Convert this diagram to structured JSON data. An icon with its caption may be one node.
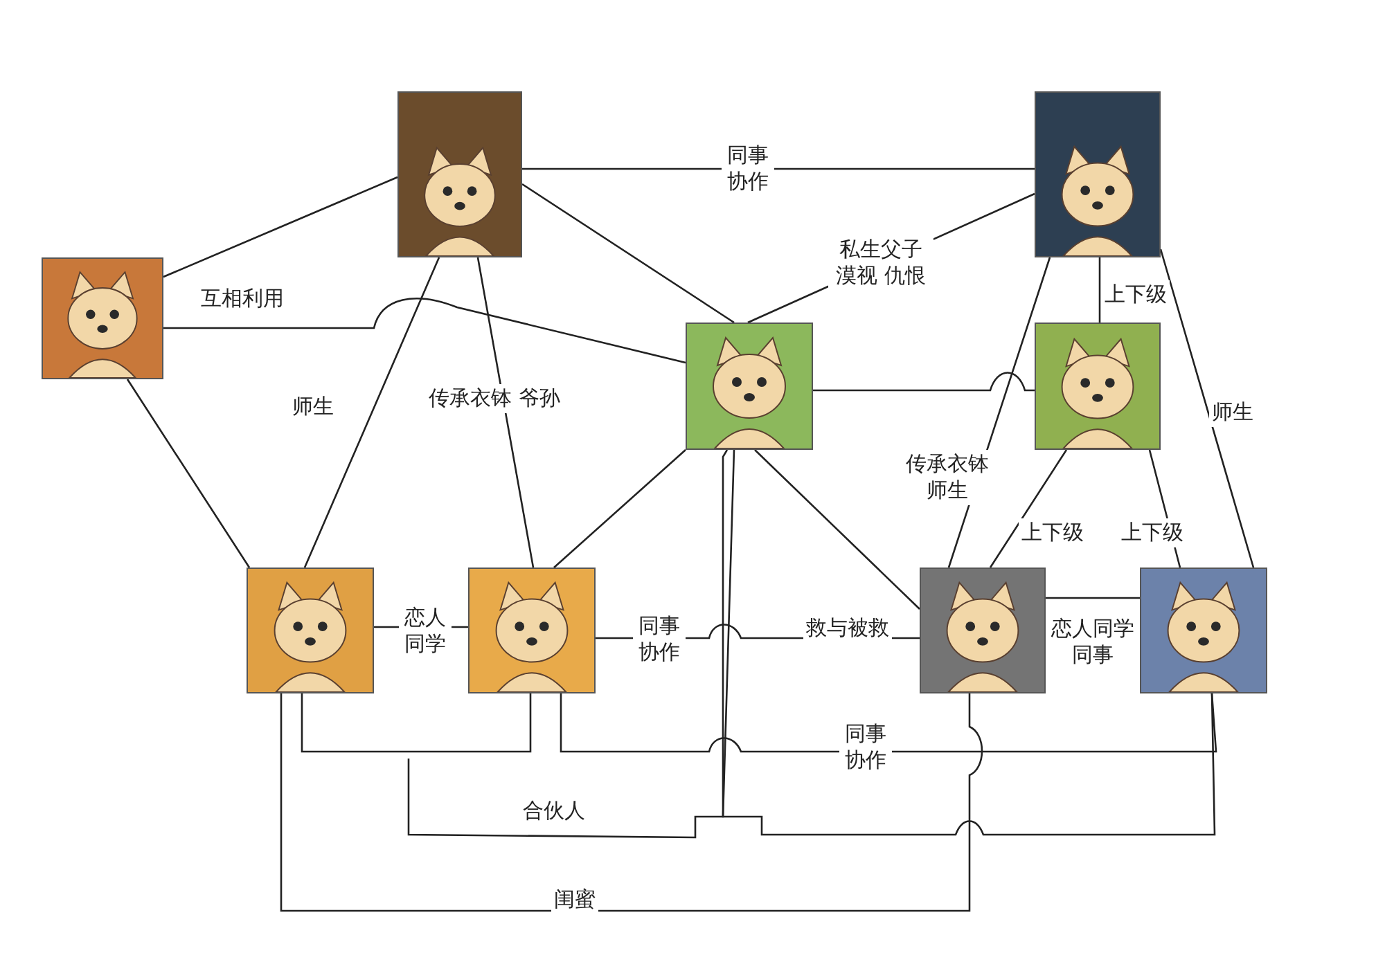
{
  "diagram": {
    "nodes": [
      {
        "text": [],
        "shape": "picture"
      },
      {
        "text": [],
        "shape": "picture"
      },
      {
        "text": [],
        "shape": "picture"
      },
      {
        "text": [],
        "shape": "picture"
      },
      {
        "text": [],
        "shape": "picture"
      },
      {
        "text": [],
        "shape": "picture"
      },
      {
        "text": [],
        "shape": "picture"
      },
      {
        "text": [],
        "shape": "picture"
      },
      {
        "text": [],
        "shape": "picture"
      }
    ],
    "edges": [
      {
        "from": 0,
        "to": 1,
        "arrow": "none"
      },
      {
        "from": 0,
        "to": 3,
        "arrow": "none",
        "label": "互相利用"
      },
      {
        "from": 0,
        "to": 5,
        "arrow": "none"
      },
      {
        "from": 1,
        "to": 2,
        "arrow": "none",
        "label": "同事协作"
      },
      {
        "from": 1,
        "to": 3,
        "arrow": "none"
      },
      {
        "from": 1,
        "to": 5,
        "arrow": "none",
        "label": "师生"
      },
      {
        "from": 1,
        "to": 6,
        "arrow": "none",
        "label": "传承衣钵 爷孙"
      },
      {
        "from": 2,
        "to": 3,
        "arrow": "none",
        "label": "私生父子漠视 仇恨"
      },
      {
        "from": 2,
        "to": 7,
        "arrow": "none",
        "label": "传承衣钵师生"
      },
      {
        "from": 2,
        "to": 4,
        "arrow": "none",
        "label": "上下级"
      },
      {
        "from": 2,
        "to": 8,
        "arrow": "none",
        "label": "师生"
      },
      {
        "from": 3,
        "to": 4,
        "arrow": "none"
      },
      {
        "from": 3,
        "to": 6,
        "arrow": "none"
      },
      {
        "from": 3,
        "to": 7,
        "arrow": "none"
      },
      {
        "from": 3,
        "to": 8,
        "arrow": "none"
      },
      {
        "from": null,
        "to": 3,
        "arrow": "none",
        "label": "合伙人"
      },
      {
        "from": 5,
        "to": 6,
        "arrow": "none",
        "label": "恋人同学"
      },
      {
        "from": 5,
        "to": 6,
        "arrow": "none"
      },
      {
        "from": 6,
        "to": 7,
        "arrow": "none",
        "label": "救与被救"
      },
      {
        "from": 6,
        "to": 8,
        "arrow": "none",
        "label": "同事协作"
      },
      {
        "from": 5,
        "to": 7,
        "arrow": "none",
        "label": "闺蜜"
      },
      {
        "from": 4,
        "to": 7,
        "arrow": "none",
        "label": "上下级"
      },
      {
        "from": 4,
        "to": 8,
        "arrow": "none",
        "label": "上下级"
      },
      {
        "from": 7,
        "to": 8,
        "arrow": "none",
        "label": "恋人同学同事"
      }
    ],
    "labels": [
      "同事协作"
    ]
  }
}
